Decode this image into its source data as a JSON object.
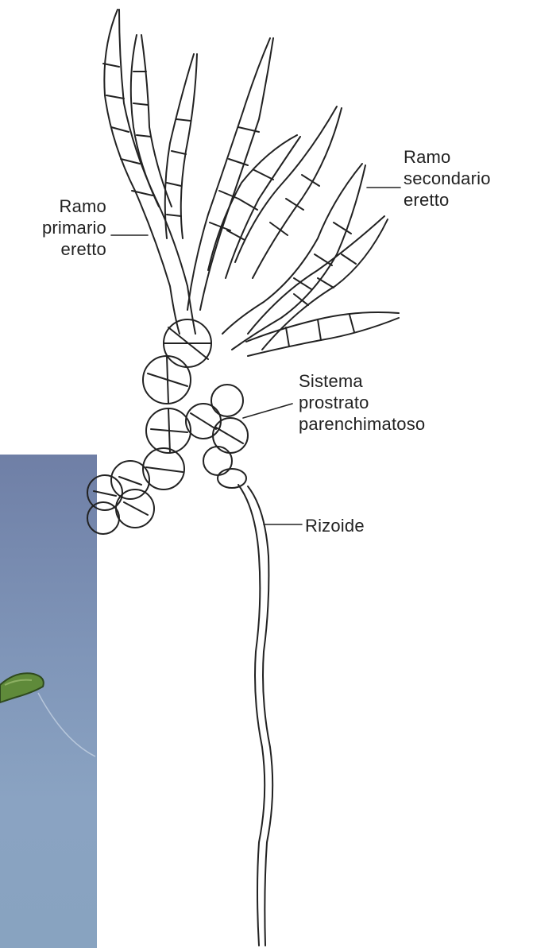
{
  "labels": {
    "primary_branch": [
      "Ramo",
      "primario",
      "eretto"
    ],
    "secondary_branch": [
      "Ramo",
      "secondario",
      "eretto"
    ],
    "prostrate_system": [
      "Sistema",
      "prostrato",
      "parenchimatoso"
    ],
    "rhizoid": "Rizoide"
  },
  "colors": {
    "ink": "#222222",
    "photo_background": "#7f95b8",
    "alga_green": "#5f8a3a"
  }
}
